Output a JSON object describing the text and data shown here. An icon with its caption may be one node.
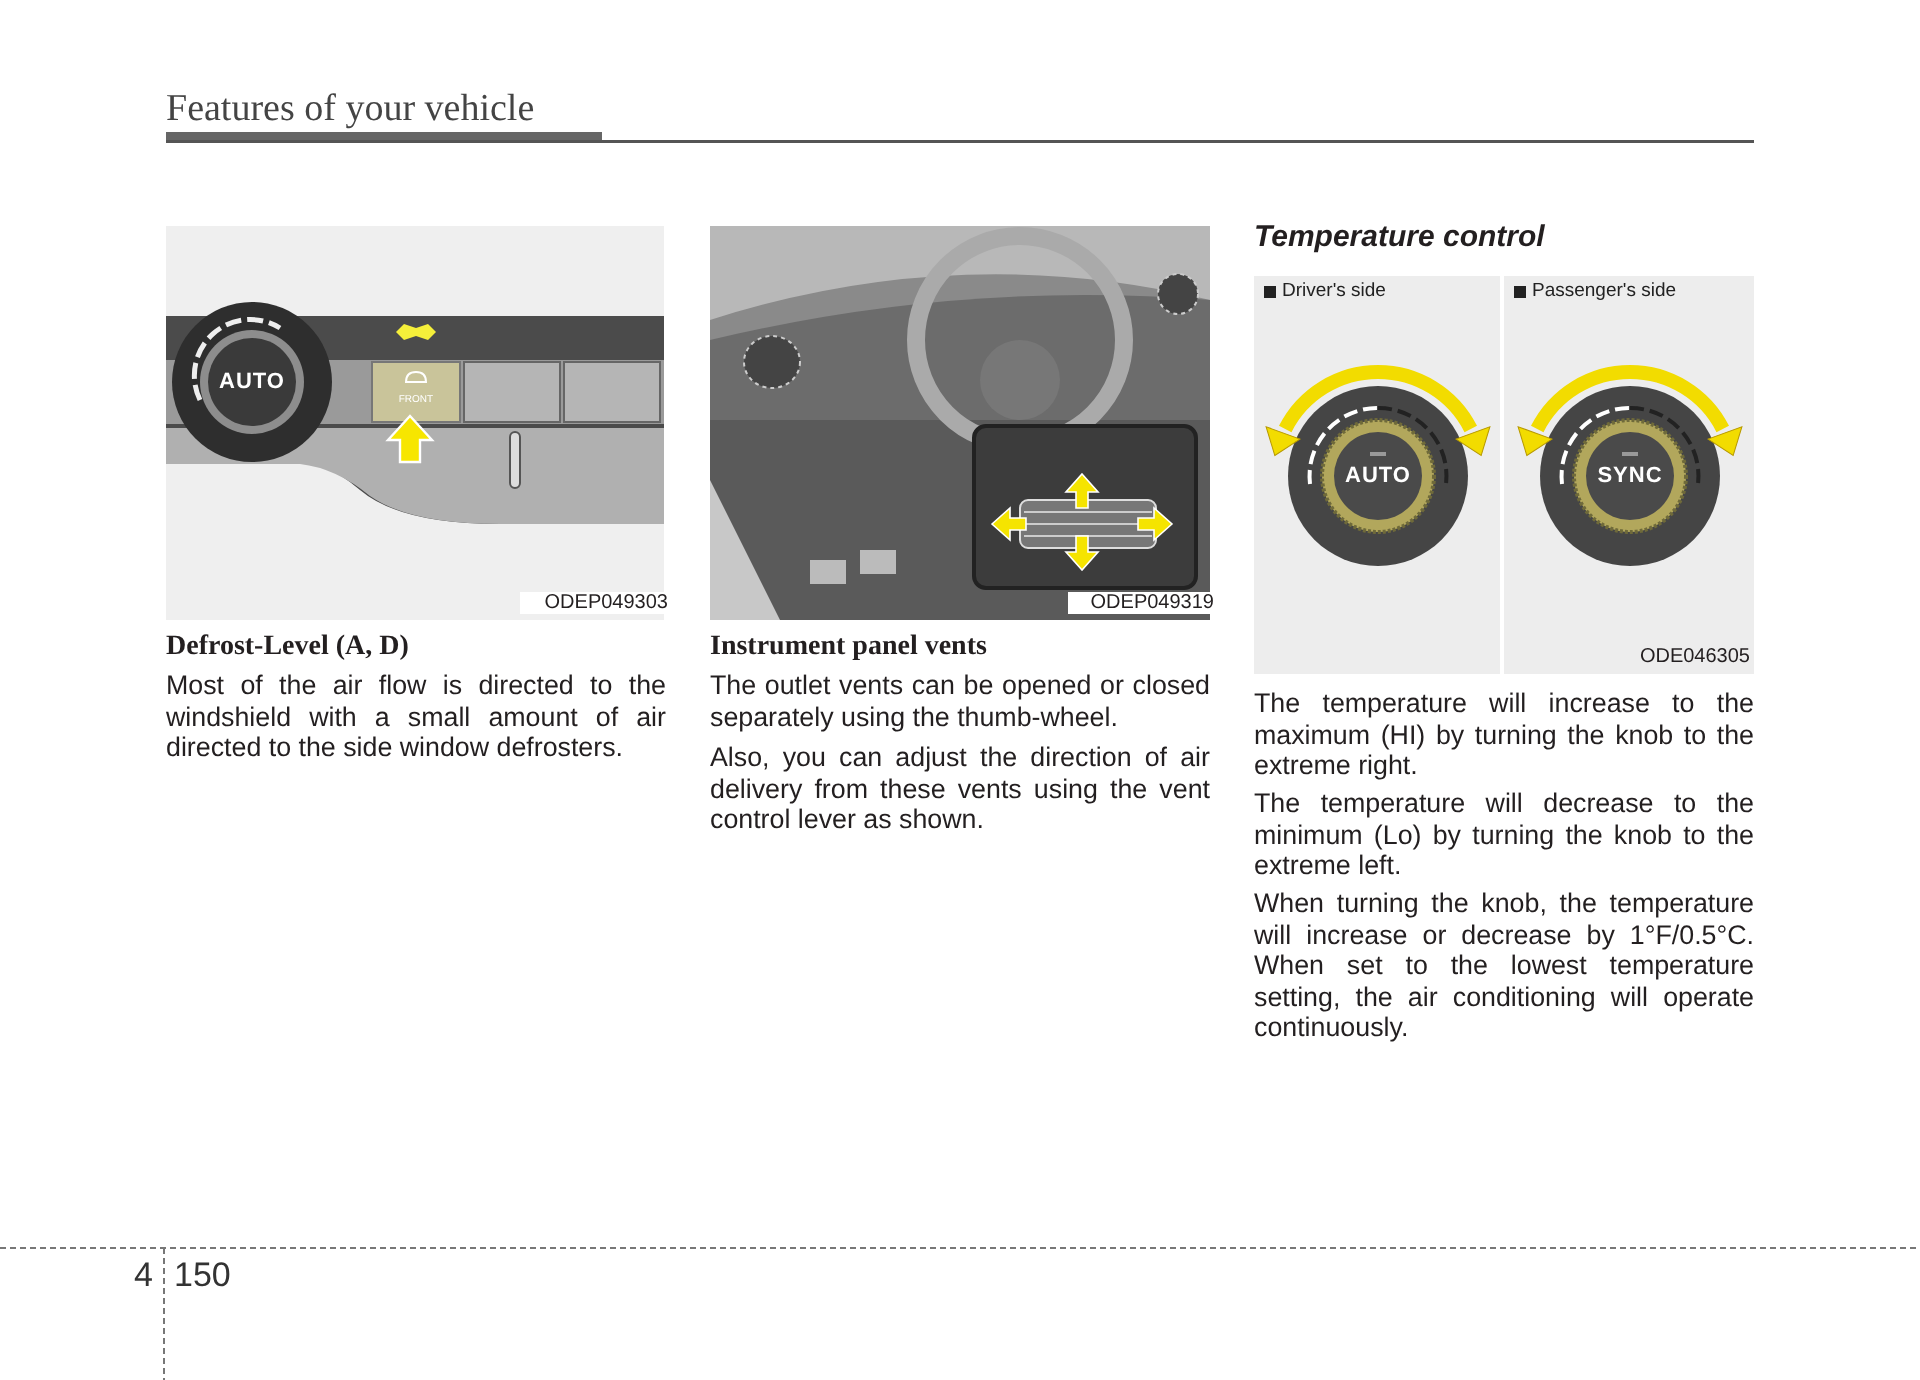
{
  "diagram": {
    "title": "Features of your vehicle",
    "labels": [
      "AUTO",
      "FRONT",
      "ODEP049303",
      "ODEP049319",
      "Defrost-Level (A, D)",
      "Most of the air flow is directed to the windshield with a small amount of air directed to the side window defrosters.",
      "Instrument panel vents",
      "The outlet vents can be opened or closed separately using the thumb-wheel.",
      "Also, you can adjust the direction of air delivery from these vents using the vent control lever as shown.",
      "Temperature control",
      "Driver's side",
      "Passenger's side",
      "AUTO",
      "SYNC",
      "ODE046305",
      "The temperature will increase to the maximum (HI) by turning the knob to the extreme right.",
      "The temperature will decrease to the minimum (Lo) by turning the knob to the extreme left.",
      "When turning the knob, the temperature will increase or decrease by 1°F/0.5°C. When set to the lowest temperature setting, the air conditioning will operate continuously.",
      "4",
      "150"
    ]
  }
}
